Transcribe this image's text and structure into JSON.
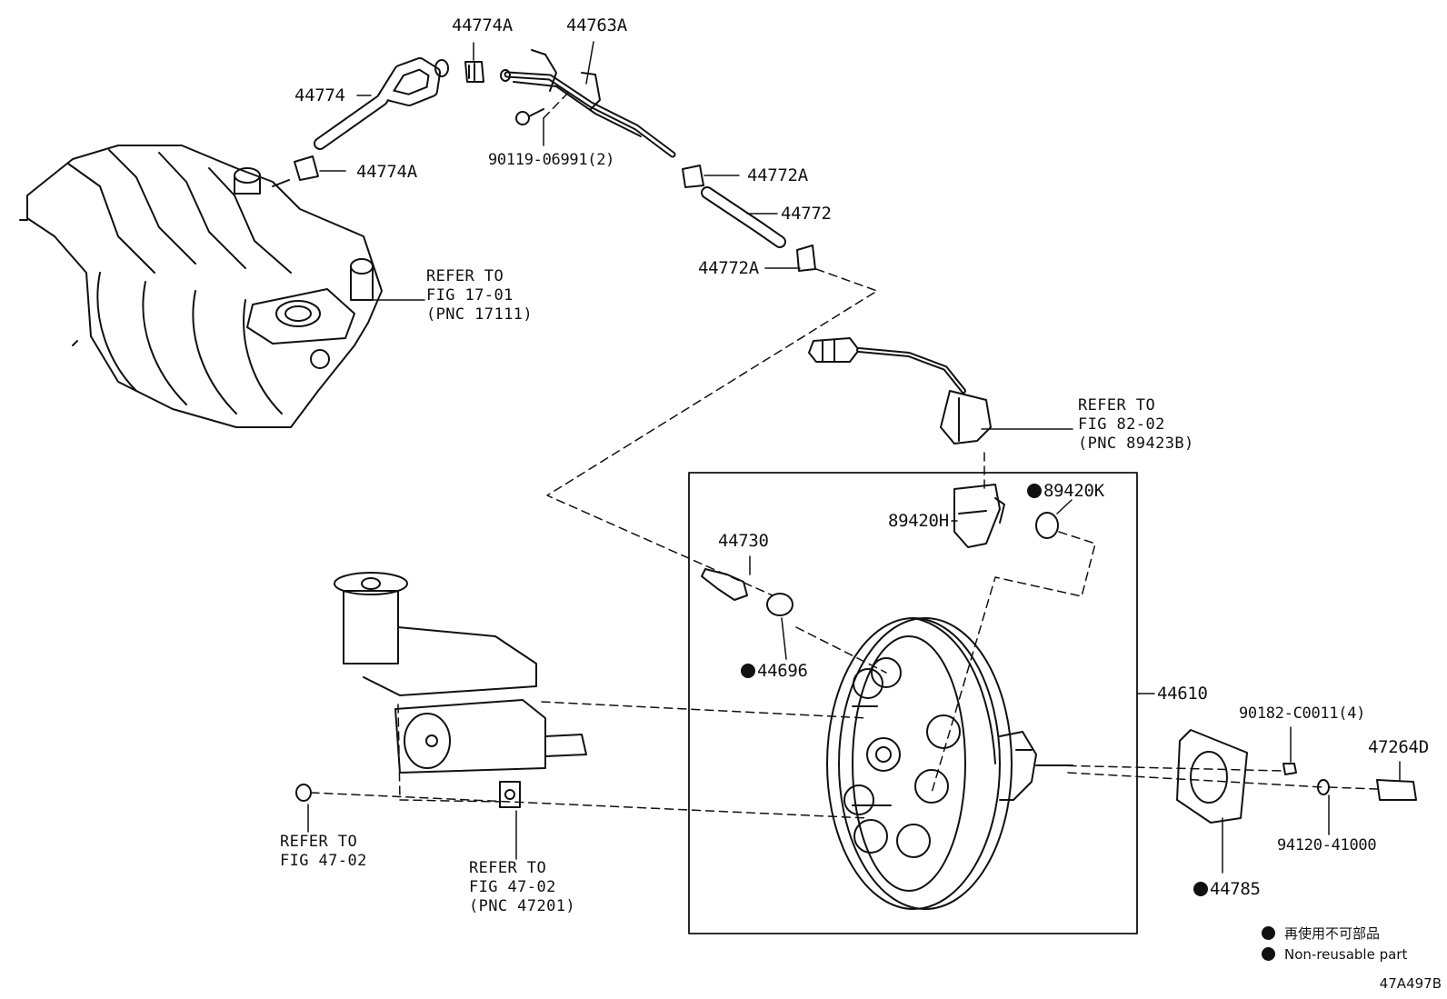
{
  "parts": {
    "p44774A_top": "44774A",
    "p44763A": "44763A",
    "p44774": "44774",
    "p90119": "90119-06991(2)",
    "p44774A_mid": "44774A",
    "p44772A_top": "44772A",
    "p44772": "44772",
    "p44772A_bot": "44772A",
    "p44730": "44730",
    "p89420K": "89420K",
    "p89420H": "89420H",
    "p44696": "44696",
    "p44610": "44610",
    "p90182": "90182-C0011(4)",
    "p47264D": "47264D",
    "p94120": "94120-41000",
    "p44785": "44785"
  },
  "refs": {
    "ref_manifold": "REFER TO\nFIG 17-01\n(PNC 17111)",
    "ref_sensor": "REFER TO\nFIG 82-02\n(PNC 89423B)",
    "ref_left": "REFER TO\nFIG 47-02",
    "ref_master": "REFER TO\nFIG 47-02\n(PNC 47201)"
  },
  "legend": {
    "jp": "再使用不可部品",
    "en": "Non-reusable part"
  },
  "illustration_code": "47A497B"
}
